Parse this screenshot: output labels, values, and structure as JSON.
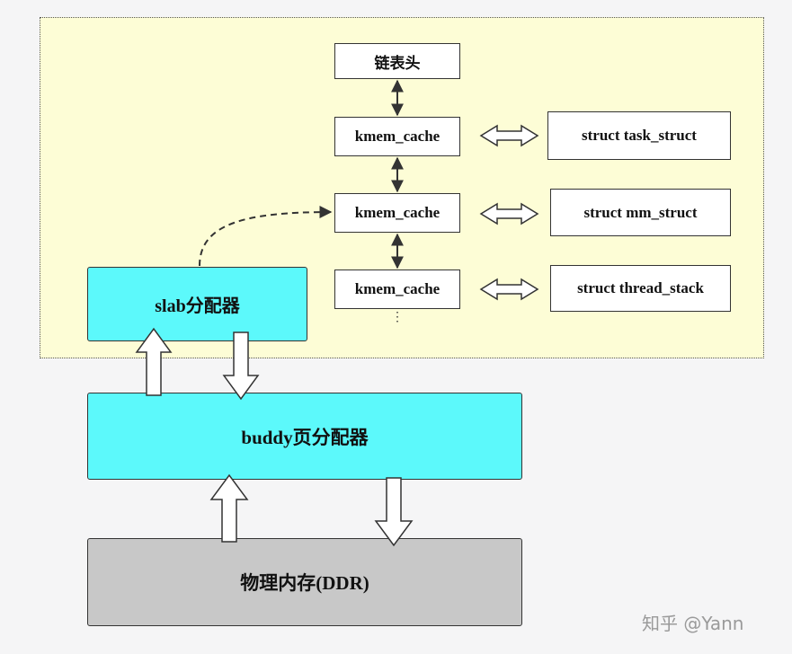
{
  "diagram": {
    "list_head": "链表头",
    "caches": [
      "kmem_cache",
      "kmem_cache",
      "kmem_cache"
    ],
    "structs": [
      "struct task_struct",
      "struct mm_struct",
      "struct thread_stack"
    ],
    "ellipsis": "⋮",
    "slab_allocator": "slab分配器",
    "buddy_allocator": "buddy页分配器",
    "physical_memory": "物理内存(DDR)"
  },
  "watermark": "知乎 @Yann"
}
